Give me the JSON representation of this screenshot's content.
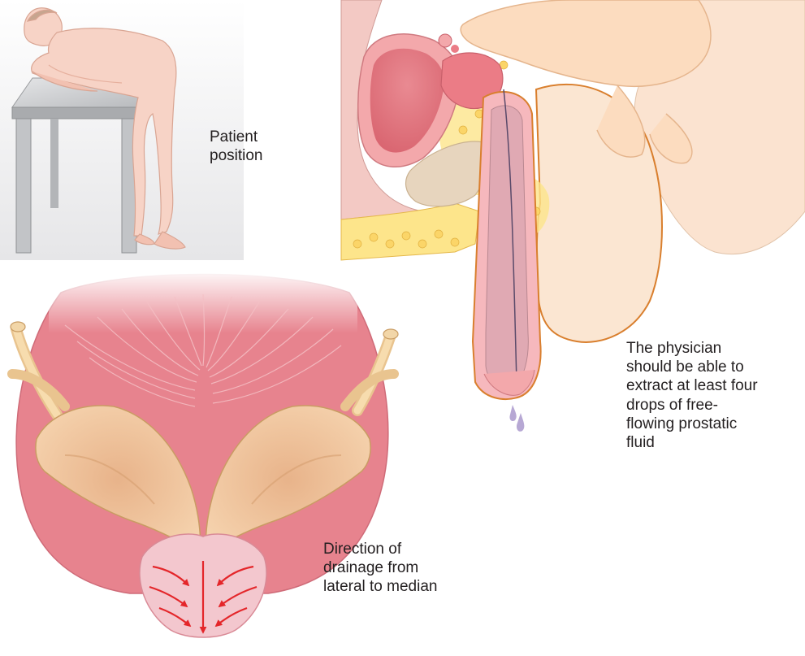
{
  "captions": {
    "patient_position": "Patient\nposition",
    "prostatic_fluid": "The physician\nshould be able to\nextract at least four\ndrops of free-\nflowing prostatic\nfluid",
    "drainage_direction": "Direction of\ndrainage from\nlateral to median"
  },
  "colors": {
    "skin": "#f7d3c6",
    "skin_shadow": "#efbfae",
    "table": "#c8c9cc",
    "bladder_wall": "#f3a8ab",
    "bladder_lumen": "#e56f78",
    "fat_yellow": "#fde58b",
    "prostate_lobe": "#f2c9a0",
    "drainage_arrow": "#e4262a",
    "fluid_drop": "#b7a8d4",
    "organ_outline": "#d97f2e"
  }
}
